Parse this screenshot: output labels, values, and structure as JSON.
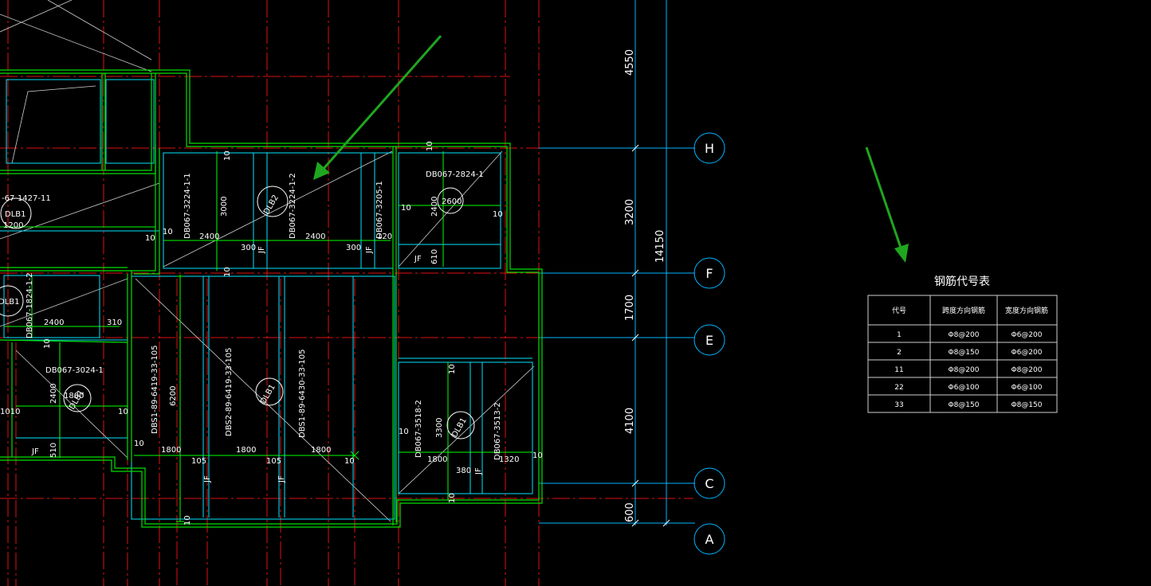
{
  "axes": [
    {
      "id": "H",
      "label": "H"
    },
    {
      "id": "F",
      "label": "F"
    },
    {
      "id": "E",
      "label": "E"
    },
    {
      "id": "C",
      "label": "C"
    },
    {
      "id": "A",
      "label": "A"
    }
  ],
  "dimensions": {
    "d1": "4550",
    "d2": "3200",
    "d3": "1700",
    "d4": "4100",
    "d5": "600",
    "total": "14150"
  },
  "slabs": {
    "s_3224_1_1": "DB067-3224-1-1",
    "s_3224_1_2": "DB067-3224-1-2",
    "s_3205_1": "DB067-3205-1",
    "s_2824_1": "DB067-2824-1",
    "s_1427_11": "-67-1427-11",
    "s_1824_1_2": "DB067-1824-1-2",
    "s_3024_1": "DB067-3024-1",
    "s_6419_a": "DBS1-89-6419-33-105",
    "s_6419_b": "DBS2-89-6419-33-105",
    "s_6430": "DBS1-89-6430-33-105",
    "s_3518_2": "DB067-3518-2",
    "s_3513_2": "DB067-3513-2"
  },
  "bubbles": {
    "b1": "DLB2",
    "b2": "DLB1",
    "b3": "DLB1",
    "b4": "DLB1",
    "b5": "DLB1",
    "b6": "DLB1"
  },
  "marks": {
    "n10": "10",
    "n2400": "2400",
    "n300": "300",
    "n120": "120",
    "n3000": "3000",
    "n2600": "2600",
    "n2400v": "2400",
    "n610": "610",
    "n1200": "1200",
    "n310": "310",
    "n1800": "1800",
    "n105": "105",
    "n6200": "6200",
    "n3300": "3300",
    "n380": "380",
    "n1320": "1320",
    "n510": "510",
    "n1010": "1010",
    "jf": "JF"
  },
  "table": {
    "title": "钢筋代号表",
    "headers": [
      "代号",
      "跨度方向钢筋",
      "宽度方向钢筋"
    ],
    "rows": [
      [
        "1",
        "Φ8@200",
        "Φ6@200"
      ],
      [
        "2",
        "Φ8@150",
        "Φ6@200"
      ],
      [
        "11",
        "Φ8@200",
        "Φ8@200"
      ],
      [
        "22",
        "Φ6@100",
        "Φ6@100"
      ],
      [
        "33",
        "Φ8@150",
        "Φ8@150"
      ]
    ]
  },
  "colors": {
    "background": "#000000",
    "axis_line": "#ff0000",
    "wall": "#00ff00",
    "inner_line": "#00ffff",
    "dimension": "#00bfff",
    "text": "#ffffff",
    "arrow": "#1fa61f"
  }
}
